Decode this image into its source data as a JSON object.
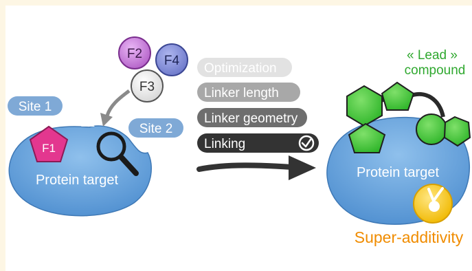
{
  "left": {
    "fragments": {
      "f1": "F1",
      "f2": "F2",
      "f3": "F3",
      "f4": "F4"
    },
    "site1": "Site 1",
    "site2": "Site 2",
    "protein": "Protein target"
  },
  "steps": [
    {
      "label": "Optimization"
    },
    {
      "label": "Linker length"
    },
    {
      "label": "Linker geometry"
    },
    {
      "label": "Linking"
    }
  ],
  "right": {
    "lead_line1": "« Lead »",
    "lead_line2": "compound",
    "protein": "Protein target",
    "super": "Super-additivity"
  },
  "colors": {
    "protein_fill": "#5b9bd5",
    "protein_dark": "#3e78b5",
    "site_label": "#7fa9d6",
    "f1": "#e3378f",
    "f2": "#b25fc7",
    "f4": "#6b77c9",
    "f3": "#e8e8e8",
    "lead_green": "#49c63a",
    "lead_text": "#2fa82f",
    "super_orange": "#f08c00",
    "medal": "#f5c400"
  },
  "icons": {
    "magnifier": "magnifier-icon",
    "check": "check-icon",
    "medal": "medal-icon",
    "arrow": "arrow-icon"
  }
}
